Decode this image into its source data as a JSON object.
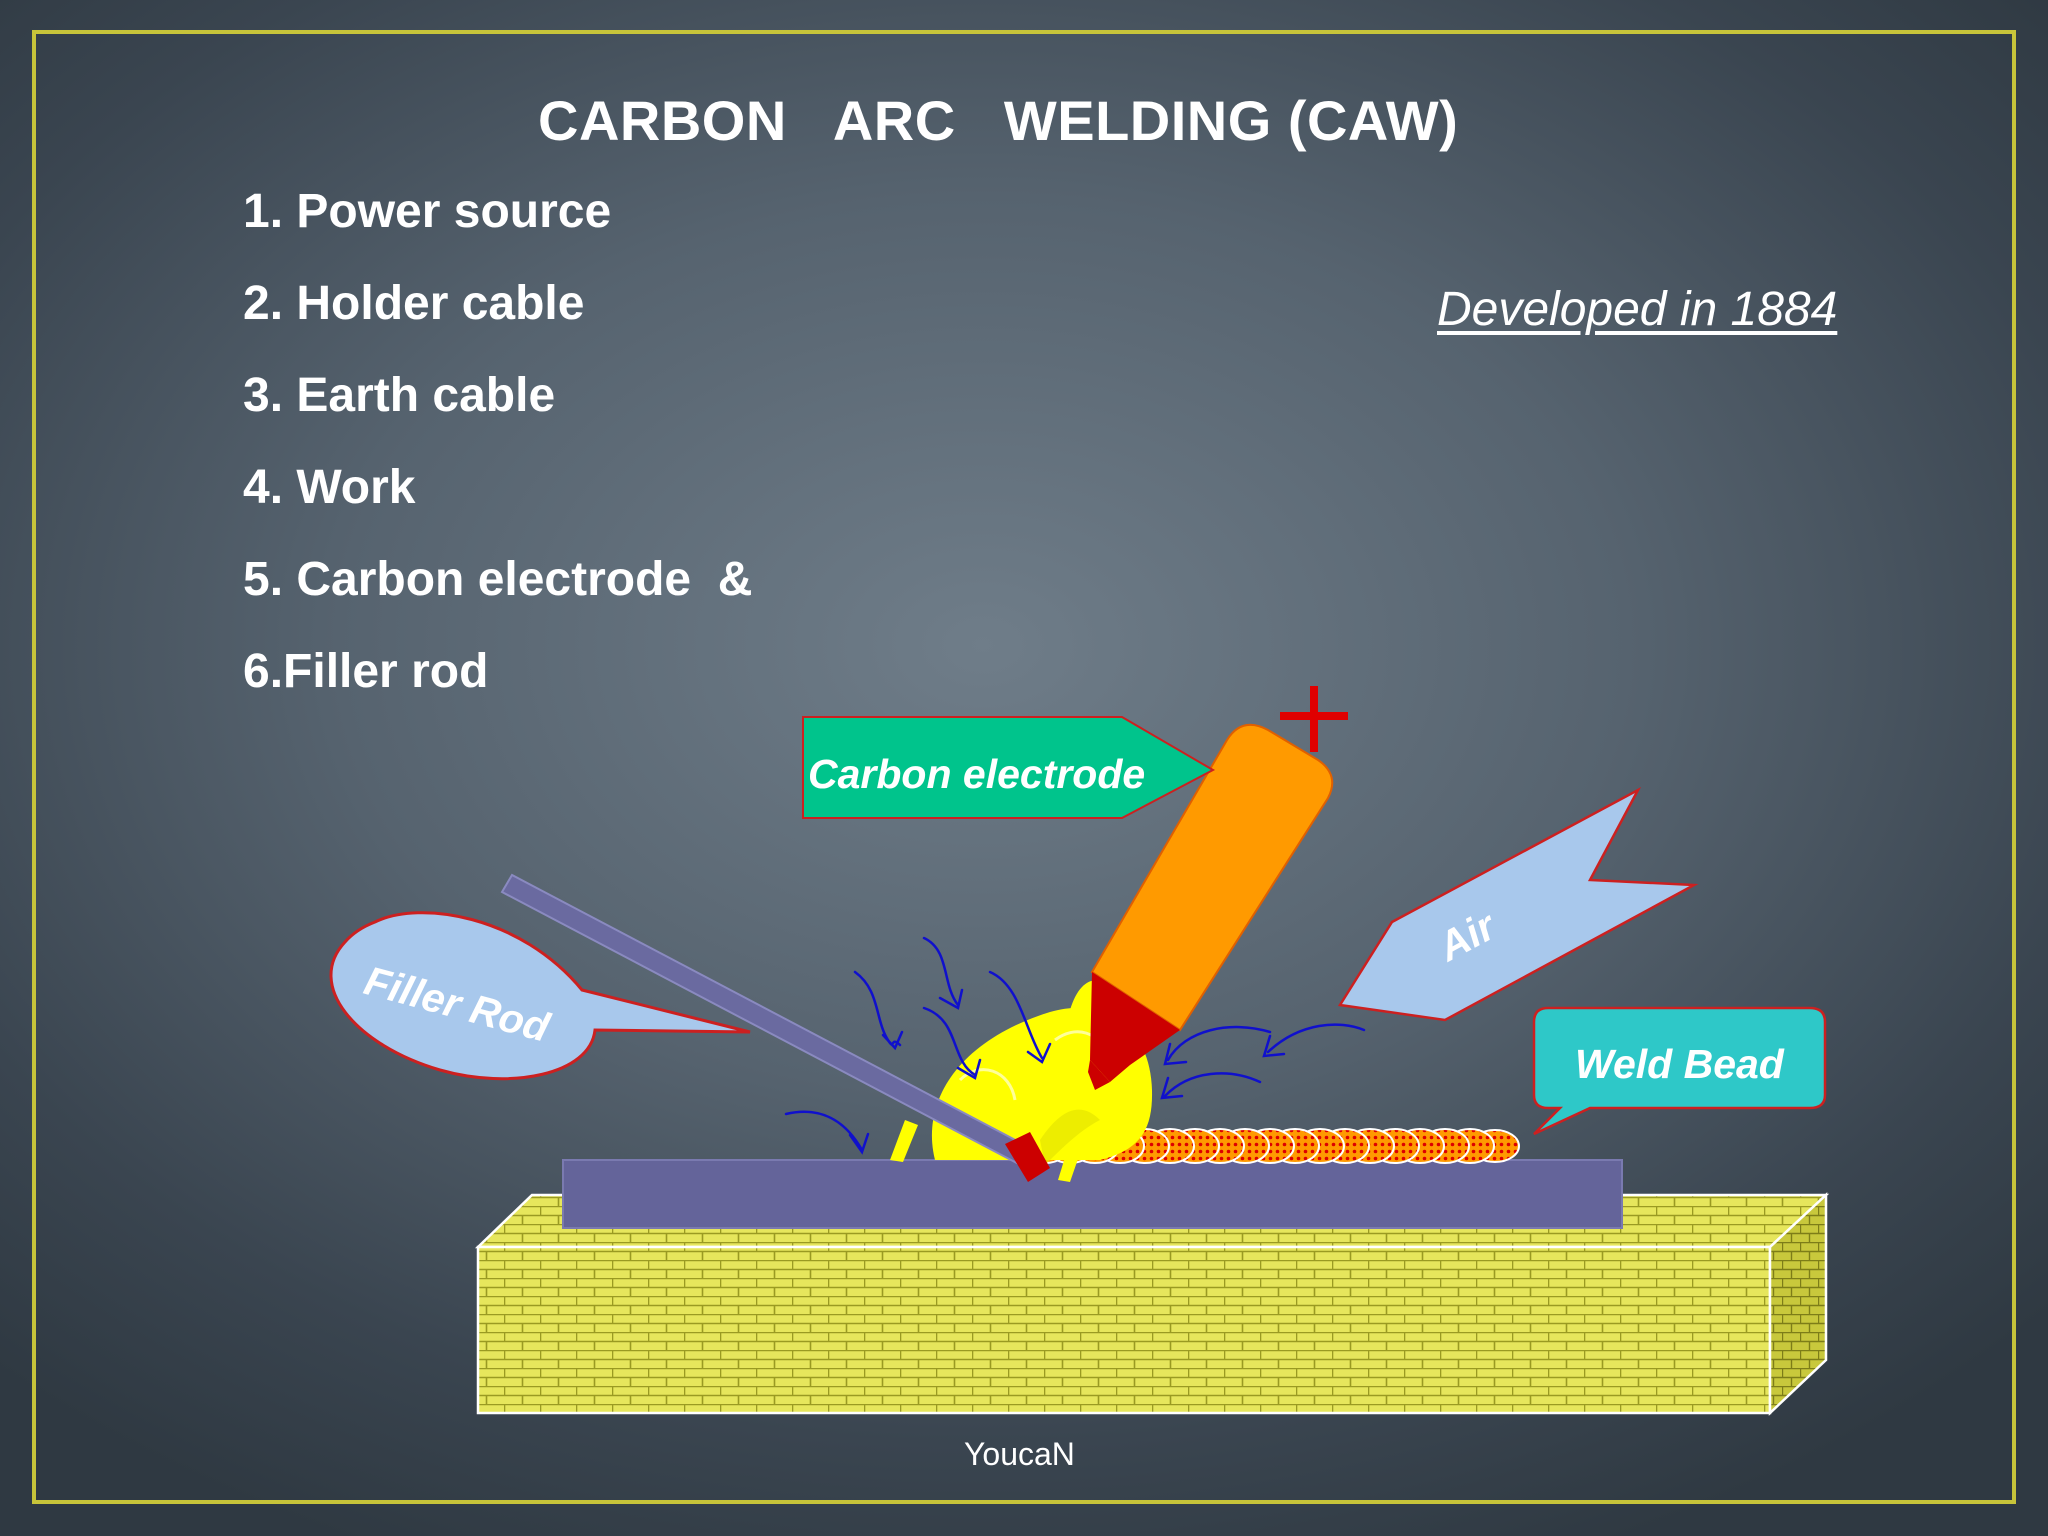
{
  "slide": {
    "title": "CARBON   ARC   WELDING (CAW)",
    "components": [
      "1. Power source",
      "2. Holder cable",
      "3. Earth cable",
      "4. Work",
      "5. Carbon electrode  &",
      "6.Filler rod"
    ],
    "developed": "Developed in 1884",
    "credit": "YoucaN"
  },
  "diagram": {
    "labels": {
      "carbon_electrode": "Carbon electrode",
      "filler_rod": "Filler Rod",
      "air": "Air",
      "weld_bead": "Weld Bead",
      "polarity": "+"
    },
    "colors": {
      "frame": "#c7c43a",
      "electrode_body": "#ff9a00",
      "electrode_tip": "#cc0000",
      "arc": "#ffff00",
      "work_plate": "#64649a",
      "filler_rod": "#6a6aa0",
      "base_block": "#e6e65c",
      "carbon_label_bg": "#00c48c",
      "filler_label_bg": "#a8c8ec",
      "air_arrow_bg": "#a8c8ec",
      "weld_label_bg": "#2ec8c8",
      "air_flow_lines": "#1010cc"
    }
  }
}
